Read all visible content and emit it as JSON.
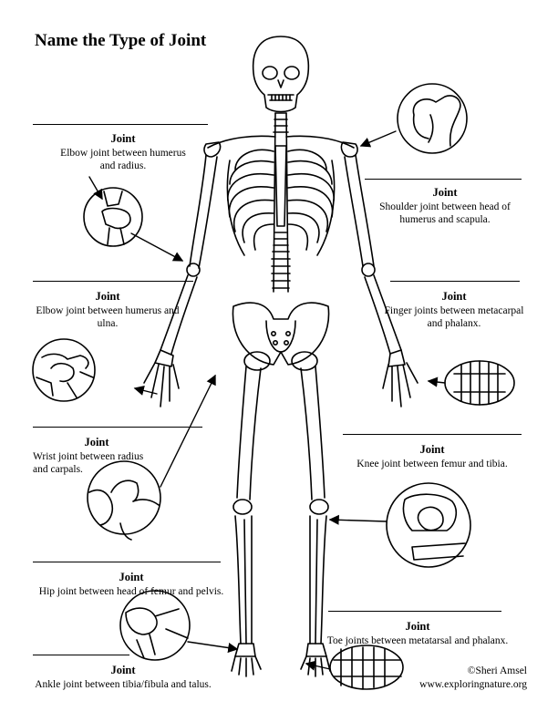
{
  "title": "Name the Type of Joint",
  "labels": [
    {
      "heading": "Joint",
      "text": "Elbow joint between humerus and radius."
    },
    {
      "heading": "Joint",
      "text": "Shoulder joint between head of humerus and scapula."
    },
    {
      "heading": "Joint",
      "text": "Elbow joint between humerus and ulna."
    },
    {
      "heading": "Joint",
      "text": "Finger joints between metacarpal and phalanx."
    },
    {
      "heading": "Joint",
      "text": "Wrist joint between radius and carpals."
    },
    {
      "heading": "Joint",
      "text": "Knee joint between femur and tibia."
    },
    {
      "heading": "Joint",
      "text": "Hip joint between head of femur and pelvis."
    },
    {
      "heading": "Joint",
      "text": "Toe joints between metatarsal and phalanx."
    },
    {
      "heading": "Joint",
      "text": "Ankle joint between tibia/fibula and talus."
    }
  ],
  "credit": {
    "author": "©Sheri Amsel",
    "site": "www.exploringnature.org"
  }
}
